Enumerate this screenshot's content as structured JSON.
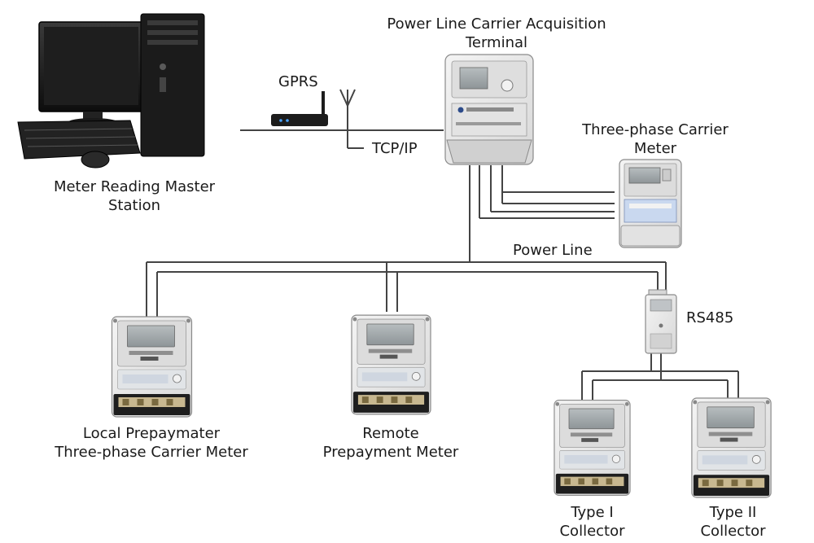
{
  "labels": {
    "master_station": [
      "Meter Reading Master",
      "Station"
    ],
    "gprs": "GPRS",
    "tcpip": "TCP/IP",
    "terminal": [
      "Power Line Carrier Acquisition",
      "Terminal"
    ],
    "three_phase_meter": [
      "Three-phase Carrier",
      "Meter"
    ],
    "power_line": "Power Line",
    "rs485": "RS485",
    "local_prepay": [
      "Local Prepaymater",
      "Three-phase Carrier Meter"
    ],
    "remote_prepay": [
      "Remote",
      "Prepayment Meter"
    ],
    "collector_1": [
      "Type I",
      "Collector"
    ],
    "collector_2": [
      "Type II",
      "Collector"
    ]
  },
  "colors": {
    "wire": "#444444",
    "device_body": "#e9e9e9",
    "display": "#9aa1a4",
    "pc_dark": "#1b1b1b"
  },
  "icons": [
    "desktop-computer-icon",
    "router-icon",
    "antenna-icon",
    "electric-meter-icon",
    "collector-icon"
  ]
}
